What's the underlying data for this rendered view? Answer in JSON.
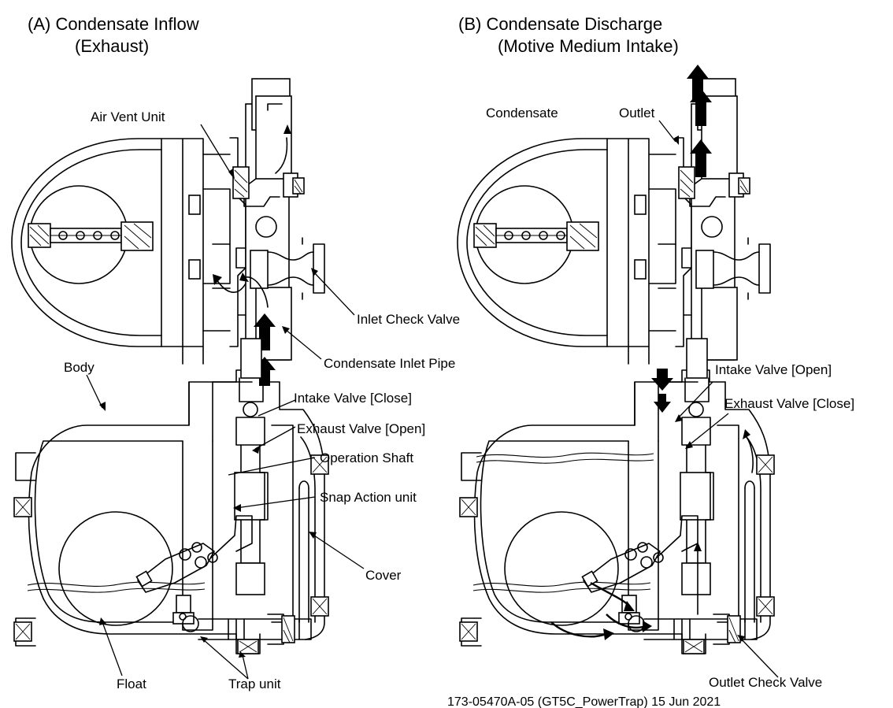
{
  "panels": {
    "a": {
      "title_line1": "(A) Condensate Inflow",
      "title_line2": "(Exhaust)"
    },
    "b": {
      "title_line1": "(B) Condensate Discharge",
      "title_line2": "(Motive Medium Intake)"
    }
  },
  "labels": {
    "air_vent_unit": "Air Vent Unit",
    "inlet_check_valve": "Inlet Check Valve",
    "condensate_inlet_pipe": "Condensate Inlet Pipe",
    "body": "Body",
    "intake_valve_close": "Intake Valve [Close]",
    "exhaust_valve_open": "Exhaust Valve [Open]",
    "operation_shaft": "Operation Shaft",
    "snap_action_unit": "Snap Action unit",
    "cover": "Cover",
    "float": "Float",
    "trap_unit": "Trap unit",
    "condensate": "Condensate",
    "outlet": "Outlet",
    "intake_valve_open": "Intake Valve [Open]",
    "exhaust_valve_close": "Exhaust Valve [Close]",
    "outlet_check_valve": "Outlet Check Valve",
    "footer_code": "173-05470A-05 (GT5C_PowerTrap)  15 Jun 2021"
  },
  "colors": {
    "line": "#000000",
    "background": "#ffffff"
  }
}
